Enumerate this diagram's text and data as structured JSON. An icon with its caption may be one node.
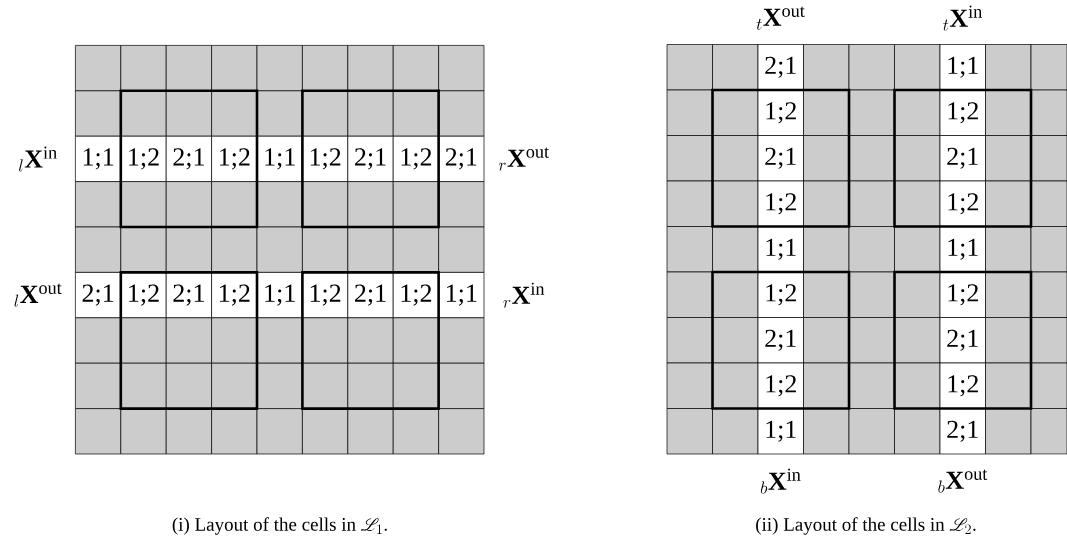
{
  "diagram": {
    "labels": [
      "{}_{l}\\mathbf{X}^{\\mathrm{in}}",
      "1;1",
      "1;2",
      "2;1",
      "1;2",
      "1;1",
      "1;2",
      "2;1",
      "1;2",
      "2;1",
      "{}_{r}\\mathbf{X}^{\\mathrm{out}}",
      "{}_{l}\\mathbf{X}^{\\mathrm{out}}",
      "2;1",
      "1;2",
      "2;1",
      "1;2",
      "1;1",
      "1;2",
      "2;1",
      "1;2",
      "1;1",
      "{}_{r}\\mathbf{X}^{\\mathrm{in}}",
      "\\textrm{(i) Layout of the cells in }\\mathscr{L}_{1}\\textrm{.}",
      "{}_{t}\\mathbf{X}^{\\mathrm{out}}",
      "{}_{t}\\mathbf{X}^{\\mathrm{in}}",
      "2;1",
      "1;1",
      "1;2",
      "1;2",
      "2;1",
      "2;1",
      "1;2",
      "1;2",
      "1;1",
      "1;1",
      "1;2",
      "1;2",
      "2;1",
      "2;1",
      "1;2",
      "1;2",
      "1;1",
      "2;1",
      "{}_{b}\\mathbf{X}^{\\mathrm{in}}",
      "{}_{b}\\mathbf{X}^{\\mathrm{out}}",
      "\\textrm{(ii) Layout of the cells in }\\mathscr{L}_{2}\\textrm{.}"
    ]
  }
}
